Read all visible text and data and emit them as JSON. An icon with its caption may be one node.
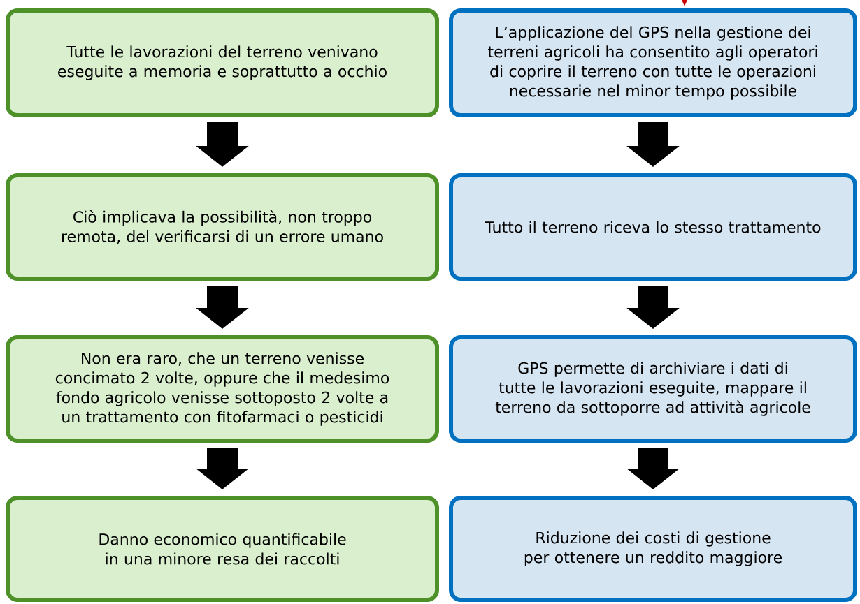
{
  "diagram": {
    "nodes": [
      {
        "text": [
          "Tutte le lavorazioni del terreno venivano eseguite a memoria e soprattutto a occhio"
        ]
      },
      {
        "text": [
          "Ciò implicava la possibilità, non troppo remota, del verificarsi di un errore umano"
        ]
      },
      {
        "text": [
          "Non era raro, che un terreno venisse concimato 2 volte, oppure che il medesimo fondo agricolo venisse sottoposto 2 volte a un trattamento con fitofarmaci o pesticidi"
        ]
      },
      {
        "text": [
          "Danno economico quantificabile in una minore resa dei raccolti"
        ]
      },
      {
        "text": [
          "L’applicazione del GPS nella gestione dei terreni agricoli ha consentito agli operatori di coprire il terreno con tutte le operazioni necessarie nel minor tempo possibile"
        ]
      },
      {
        "text": [
          "Tutto il terreno riceva lo stesso trattamento"
        ]
      },
      {
        "text": [
          "GPS permette di archiviare i dati di tutte le lavorazioni eseguite, mappare il terreno da sottoporre ad attività agricole"
        ]
      },
      {
        "text": [
          "Riduzione dei costi di gestione per ottenere un reddito maggiore"
        ]
      }
    ],
    "edges": [
      {
        "from": 0,
        "to": 1,
        "arrow": "to"
      },
      {
        "from": 1,
        "to": 2,
        "arrow": "to"
      },
      {
        "from": 2,
        "to": 3,
        "arrow": "to"
      },
      {
        "from": 4,
        "to": 5,
        "arrow": "to"
      },
      {
        "from": 5,
        "to": 6,
        "arrow": "to"
      },
      {
        "from": 6,
        "to": 7,
        "arrow": "to"
      },
      {
        "from": null,
        "to": 4,
        "arrow": "to",
        "color": "#cc0000"
      }
    ]
  }
}
